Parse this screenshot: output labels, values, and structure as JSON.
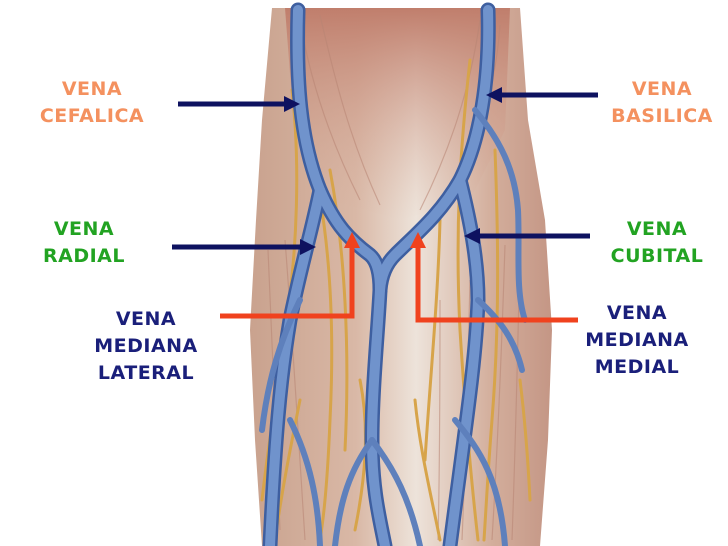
{
  "colors": {
    "orange_label": "#F4915F",
    "green_label": "#22A322",
    "navy_label": "#1A1F7A",
    "navy_arrow": "#0E1260",
    "red_arrow": "#F0421E",
    "vein_blue": "#6E8FC8",
    "vein_dark": "#3E5FA0",
    "nerve": "#D7A44A",
    "muscle": "#C68B7B",
    "tendon": "#EDE2D8"
  },
  "labels": {
    "cefalica": [
      "VENA",
      "CEFALICA"
    ],
    "basilica": [
      "VENA",
      "BASILICA"
    ],
    "radial": [
      "VENA",
      "RADIAL"
    ],
    "cubital": [
      "VENA",
      "CUBITAL"
    ],
    "mediana_lateral": [
      "VENA",
      "MEDIANA",
      "LATERAL"
    ],
    "mediana_medial": [
      "VENA",
      "MEDIANA",
      "MEDIAL"
    ]
  },
  "icons": {
    "arrow": "arrow-icon"
  }
}
